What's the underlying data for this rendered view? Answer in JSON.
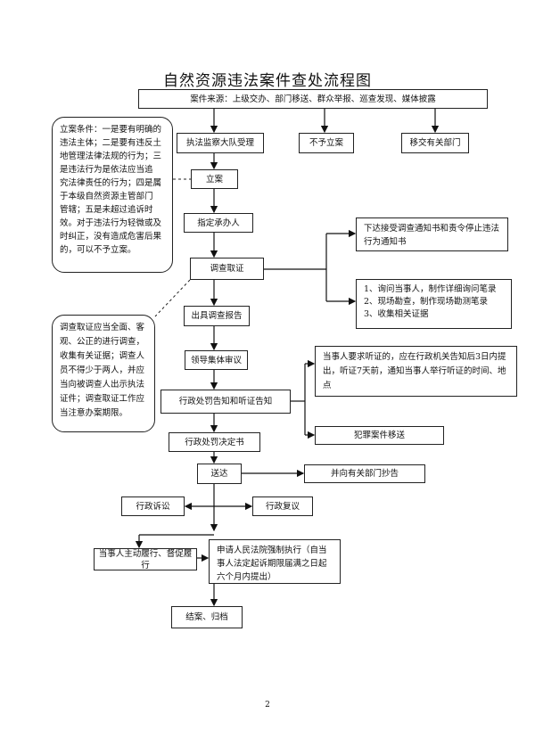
{
  "title": "自然资源违法案件查处流程图",
  "source_box": "案件来源：上级交办、部门移送、群众举报、巡查发现、媒体披露",
  "nodes": {
    "accept": "执法监察大队受理",
    "no_case": "不予立案",
    "transfer": "移交有关部门",
    "file_case": "立案",
    "assign": "指定承办人",
    "investigate": "调查取证",
    "notice": "下达接受调查通知书和责令停止违法行为通知书",
    "evidence": [
      "1、询问当事人，制作详细询问笔录",
      "2、现场勘查，制作现场勘测笔录",
      "3、收集相关证据"
    ],
    "report": "出具调查报告",
    "review": "领导集体审议",
    "hearing_rule": "当事人要求听证的，应在行政机关告知后3日内提出，听证7天前，通知当事人举行听证的时间、地点",
    "penalty_notice": "行政处罚告知和听证告知",
    "crime_transfer": "犯罪案件移送",
    "decision": "行政处罚决定书",
    "deliver": "送达",
    "cc": "并向有关部门抄告",
    "litigation": "行政诉讼",
    "reconsider": "行政复议",
    "enforce": "申请人民法院强制执行（自当事人法定起诉期限届满之日起六个月内提出）",
    "comply": "当事人主动履行、督促履行",
    "close": "结案、归档"
  },
  "notes": {
    "conditions_lines": [
      "立案条件：一是要有明确的",
      "违法主体；二是要有违反土",
      "地管理法律法规的行为；三",
      "是违法行为是依法应当追",
      "究法律责任的行为；四是属",
      "于本级自然资源主管部门",
      "管辖；五是未超过追诉时",
      "效。对于违法行为轻微或及",
      "时纠正，没有造成危害后果",
      "的，可以不予立案。"
    ],
    "evidence_rule_lines": [
      "调查取证应当全面、客",
      "观、公正的进行调查，",
      "收集有关证据；调查人",
      "员不得少于两人，并应",
      "当向被调查人出示执法",
      "证件；调查取证工作应",
      "当注意办案期限。"
    ]
  },
  "page_number": "2"
}
